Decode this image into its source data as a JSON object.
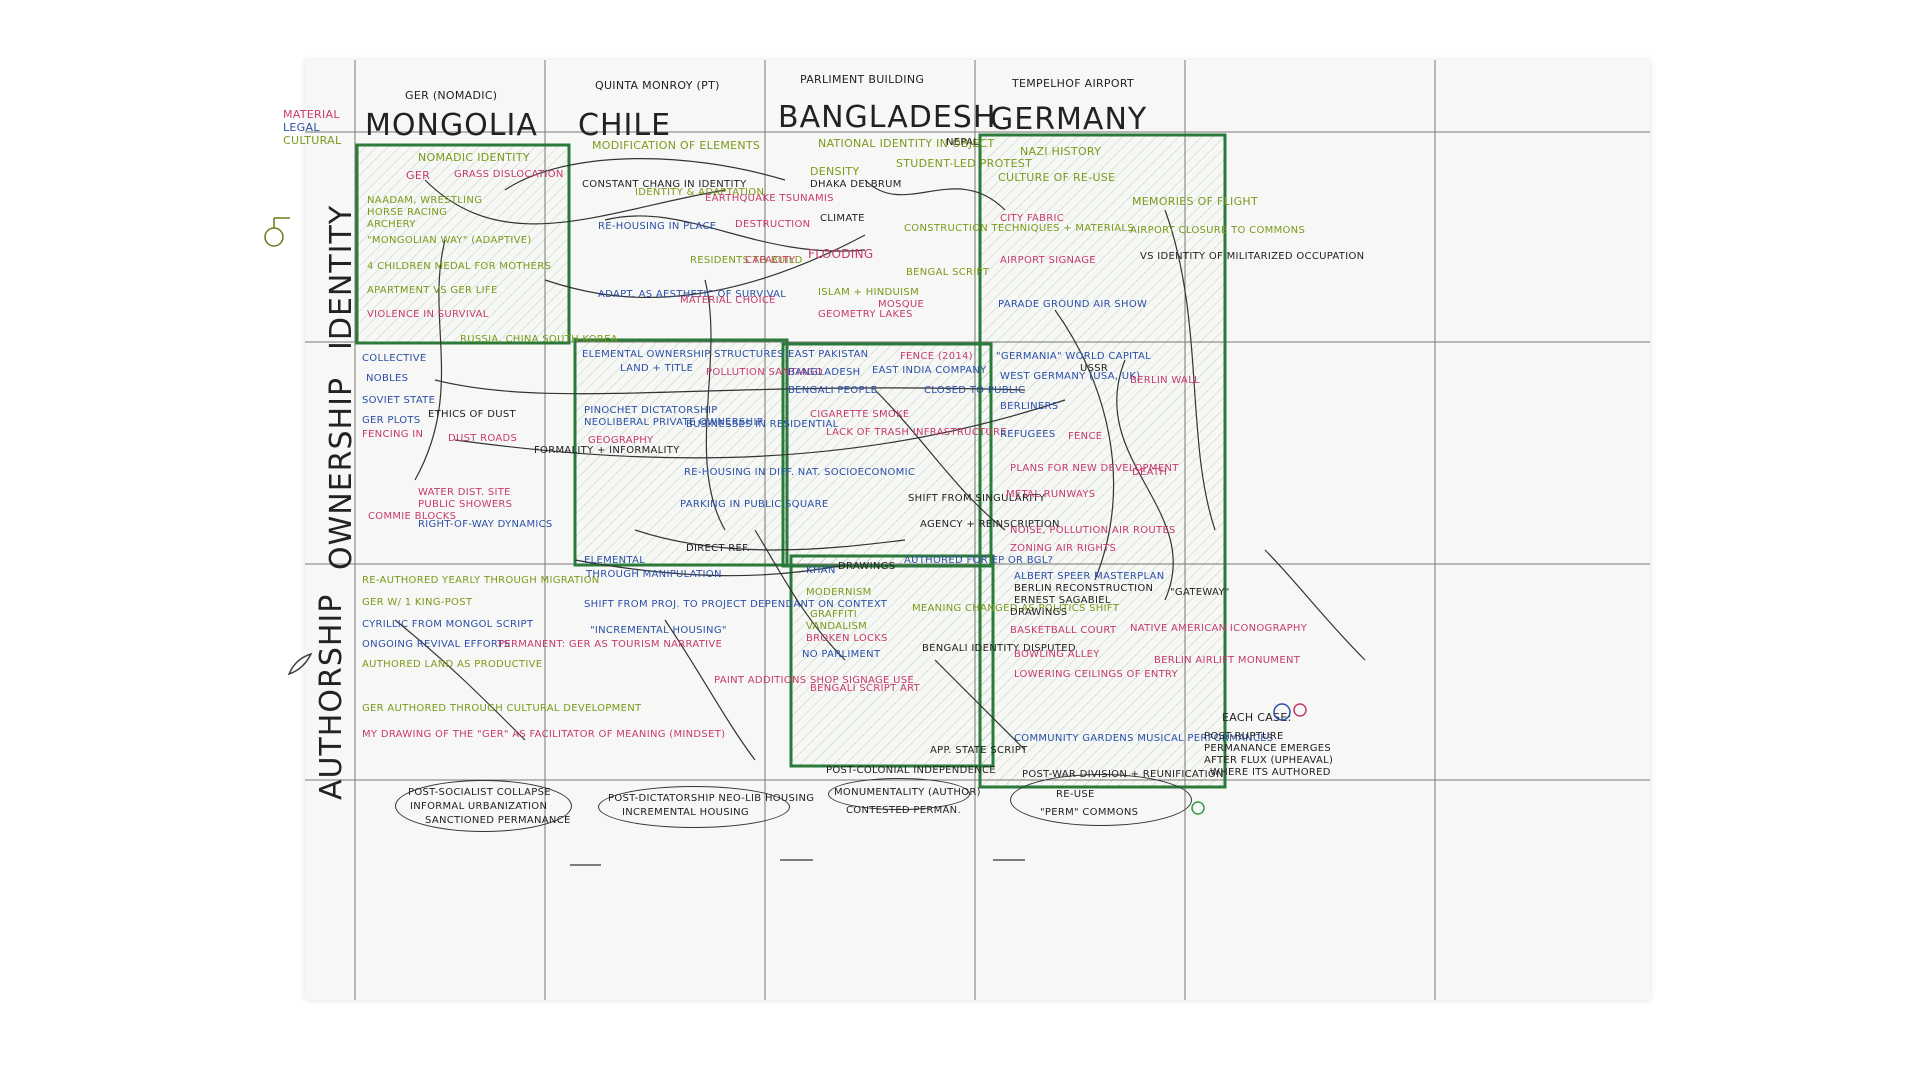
{
  "legend": {
    "material": "MATERIAL",
    "legal": "LEGAL",
    "cultural": "CULTURAL"
  },
  "columns": [
    {
      "label": "MONGOLIA",
      "caption": "GER (NOMADIC)"
    },
    {
      "label": "CHILE",
      "caption": "QUINTA MONROY (PT)"
    },
    {
      "label": "BANGLADESH",
      "caption": "PARLIMENT BUILDING"
    },
    {
      "label": "GERMANY",
      "caption": "TEMPELHOF AIRPORT"
    }
  ],
  "rows": [
    "IDENTITY",
    "OWNERSHIP",
    "AUTHORSHIP"
  ],
  "notes": {
    "mongolia_identity": [
      "NOMADIC IDENTITY",
      "GER",
      "GRASS DISLOCATION",
      "NAADAM, WRESTLING",
      "HORSE RACING",
      "ARCHERY",
      "\"MONGOLIAN WAY\" (ADAPTIVE)",
      "4 CHILDREN MEDAL FOR MOTHERS",
      "APARTMENT VS GER LIFE",
      "VIOLENCE IN SURVIVAL",
      "RUSSIA, CHINA SOUTH KOREA"
    ],
    "chile_identity": [
      "MODIFICATION OF ELEMENTS",
      "CONSTANT CHANG IN IDENTITY",
      "IDENTITY & ADAPTATION",
      "RE-HOUSING IN PLACE",
      "EARTHQUAKE TSUNAMIS",
      "DESTRUCTION",
      "RESIDENTS TO BUILD",
      "CAPACITY",
      "ADAPT. AS AESTHETIC OF SURVIVAL",
      "MATERIAL CHOICE"
    ],
    "bangladesh_identity": [
      "NATIONAL IDENTITY IN OBJECT",
      "NEPAL",
      "STUDENT-LED PROTEST",
      "DENSITY",
      "DHAKA DELBRUM",
      "CLIMATE",
      "FLOODING",
      "CONSTRUCTION TECHNIQUES + MATERIALS",
      "BENGAL SCRIPT",
      "ISLAM + HINDUISM",
      "MOSQUE",
      "GEOMETRY LAKES"
    ],
    "germany_identity": [
      "NAZI HISTORY",
      "CULTURE OF RE-USE",
      "CITY FABRIC",
      "MEMORIES OF FLIGHT",
      "AIRPORT CLOSURE TO COMMONS",
      "VS IDENTITY OF MILITARIZED OCCUPATION",
      "AIRPORT SIGNAGE",
      "PARADE GROUND AIR SHOW"
    ],
    "mongolia_ownership": [
      "COLLECTIVE",
      "NOBLES",
      "SOVIET STATE",
      "GER PLOTS",
      "FENCING IN",
      "ETHICS OF DUST",
      "DUST ROADS",
      "WATER DIST. SITE",
      "PUBLIC SHOWERS",
      "RIGHT-OF-WAY DYNAMICS",
      "COMMIE BLOCKS"
    ],
    "chile_ownership": [
      "ELEMENTAL OWNERSHIP STRUCTURES",
      "LAND + TITLE",
      "PINOCHET DICTATORSHIP",
      "NEOLIBERAL PRIVATE OWNERSHIP",
      "GEOGRAPHY",
      "POLLUTION SANTIAGO",
      "BUSINESSES IN RESIDENTIAL",
      "RE-HOUSING IN DIFF. NAT. SOCIOECONOMIC",
      "PARKING IN PUBLIC SQUARE",
      "FORMALITY + INFORMALITY"
    ],
    "bangladesh_ownership": [
      "EAST PAKISTAN",
      "BANGLADESH",
      "BENGALI PEOPLE",
      "EAST INDIA COMPANY",
      "FENCE (2014)",
      "CLOSED TO PUBLIC",
      "CIGARETTE SMOKE",
      "LACK OF TRASH INFRASTRUCTURE",
      "SHIFT FROM SINGULARITY",
      "AGENCY + REINSCRIPTION"
    ],
    "germany_ownership": [
      "\"GERMANIA\" WORLD CAPITAL",
      "USSR",
      "WEST GERMANY (USA, UK)",
      "BERLIN WALL",
      "BERLINERS",
      "REFUGEES",
      "FENCE",
      "DEATH",
      "PLANS FOR NEW DEVELOPMENT",
      "METAL RUNWAYS",
      "NOISE, POLLUTION AIR ROUTES",
      "ZONING AIR RIGHTS"
    ],
    "mongolia_authorship": [
      "RE-AUTHORED YEARLY THROUGH MIGRATION",
      "GER W/ 1 KING-POST",
      "CYRILLIC FROM MONGOL SCRIPT",
      "ONGOING REVIVAL EFFORTS",
      "AUTHORED LAND AS PRODUCTIVE",
      "PERMANENT: GER AS TOURISM NARRATIVE",
      "GER AUTHORED THROUGH CULTURAL DEVELOPMENT",
      "MY DRAWING OF THE \"GER\" AS FACILITATOR OF MEANING (MINDSET)"
    ],
    "chile_authorship": [
      "ELEMENTAL",
      "THROUGH MANIPULATION",
      "DIRECT REF.",
      "SHIFT FROM PROJ. TO PROJECT DEPENDANT ON CONTEXT",
      "\"INCREMENTAL HOUSING\"",
      "PAINT ADDITIONS SHOP SIGNAGE USE"
    ],
    "bangladesh_authorship": [
      "KHAN",
      "DRAWINGS",
      "AUTHORED FOR EP OR BGL?",
      "MODERNISM",
      "GRAFFITI",
      "VANDALISM",
      "BROKEN LOCKS",
      "MEANING CHANGED AS POLITICS SHIFT",
      "NO PARLIMENT",
      "BENGALI IDENTITY DISPUTED",
      "BENGALI SCRIPT ART",
      "APP. STATE SCRIPT"
    ],
    "germany_authorship": [
      "ALBERT SPEER MASTERPLAN",
      "BERLIN RECONSTRUCTION",
      "ERNEST SAGABIEL",
      "DRAWINGS",
      "\"GATEWAY\"",
      "BASKETBALL COURT",
      "NATIVE AMERICAN ICONOGRAPHY",
      "BOWLING ALLEY",
      "BERLIN AIRLIFT MONUMENT",
      "LOWERING CEILINGS OF ENTRY",
      "COMMUNITY GARDENS MUSICAL PERFORMANCES"
    ]
  },
  "bottom": [
    {
      "lines": [
        "POST-SOCIALIST COLLAPSE",
        "INFORMAL URBANIZATION",
        "SANCTIONED PERMANANCE"
      ]
    },
    {
      "lines": [
        "POST-DICTATORSHIP NEO-LIB HOUSING",
        "INCREMENTAL HOUSING"
      ]
    },
    {
      "lines": [
        "POST-COLONIAL INDEPENDENCE",
        "MONUMENTALITY (AUTHOR)",
        "CONTESTED PERMAN."
      ]
    },
    {
      "lines": [
        "POST-WAR DIVISION + REUNIFICATION",
        "RE-USE",
        "\"PERM\" COMMONS"
      ]
    }
  ],
  "each_case": {
    "title": "EACH CASE:",
    "lines": [
      "POST-RUPTURE",
      "PERMANANCE EMERGES",
      "AFTER FLUX (UPHEAVAL)",
      "WHERE ITS AUTHORED"
    ]
  },
  "colors": {
    "green_hatch": "#3a9a4e",
    "blue": "#2b4fa8",
    "olive": "#7a9a1a",
    "magenta": "#c73a6b",
    "pencil": "#444444"
  }
}
